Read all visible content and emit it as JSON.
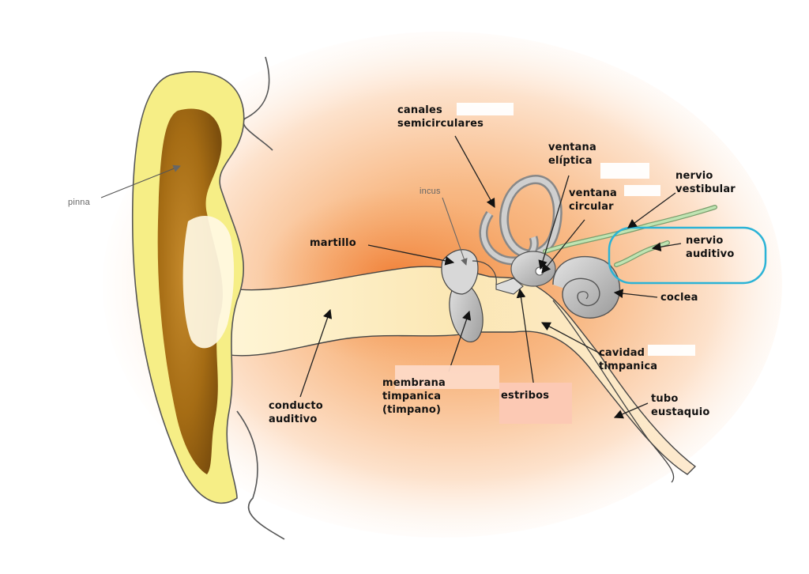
{
  "diagram": {
    "labels": {
      "pinna": "pinna",
      "incus": "incus",
      "canales": [
        "canales",
        "semicirculares"
      ],
      "ventana_eliptica": [
        "ventana",
        "elíptica"
      ],
      "ventana_circular": [
        "ventana",
        "circular"
      ],
      "nervio_vestibular": [
        "nervio",
        "vestibular"
      ],
      "nervio_auditivo": [
        "nervio",
        "auditivo"
      ],
      "martillo": "martillo",
      "coclea": "coclea",
      "cavidad_timpanica": [
        "cavidad",
        "timpanica"
      ],
      "tubo_eustaquio": [
        "tubo",
        "eustaquio"
      ],
      "conducto_auditivo": [
        "conducto",
        "auditivo"
      ],
      "membrana_timpanica": [
        "membrana",
        "timpanica",
        "(timpano)"
      ],
      "estribos": "estribos"
    },
    "colors": {
      "skin_glow": "#f7a060",
      "pinna_outer": "#f6ee86",
      "pinna_inner": "#9a6410",
      "bone_gray": "#b4b4b4",
      "nerve_green": "#a8d8a0",
      "highlight_ring": "#2bb3d6",
      "estribos_patch": "#fcc9b4"
    }
  }
}
